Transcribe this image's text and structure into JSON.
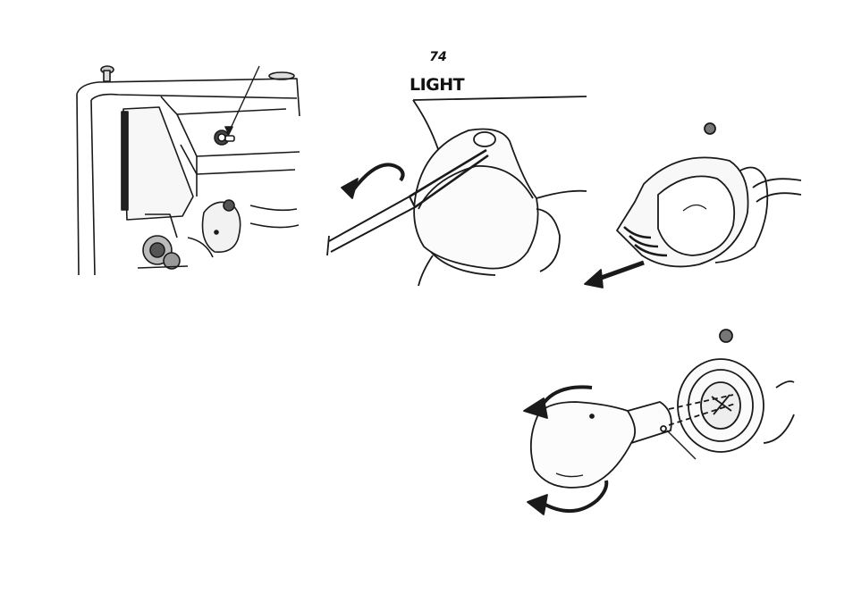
{
  "page": {
    "number": "74",
    "title": "LIGHT"
  },
  "figures": [
    {
      "name": "machine-head-light-location",
      "icon": "sewing-machine-head-illustration"
    },
    {
      "name": "remove-light-cover-screw",
      "icon": "screwdriver-rotate-illustration"
    },
    {
      "name": "pull-out-light-cover",
      "icon": "pull-arrow-illustration"
    },
    {
      "name": "replace-bulb-bayonet",
      "icon": "bulb-twist-illustration"
    }
  ],
  "colors": {
    "ink": "#1a1a1a",
    "paper": "#ffffff",
    "shade": "#d9d9d9"
  }
}
